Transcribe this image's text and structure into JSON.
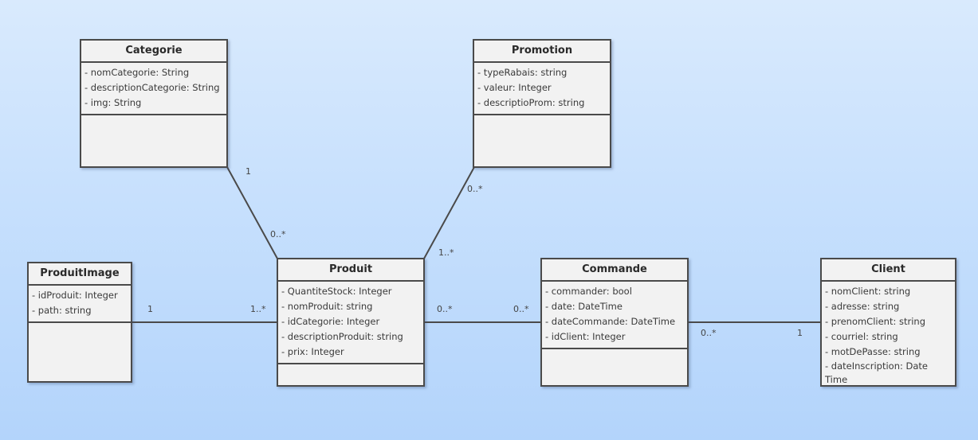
{
  "classes": {
    "categorie": {
      "name": "Categorie",
      "attributes": [
        "- nomCategorie: String",
        "- descriptionCategorie: String",
        "- img: String"
      ]
    },
    "promotion": {
      "name": "Promotion",
      "attributes": [
        "- typeRabais: string",
        "- valeur: Integer",
        "- descriptioProm: string"
      ]
    },
    "produit_image": {
      "name": "ProduitImage",
      "attributes": [
        "- idProduit: Integer",
        "- path: string"
      ]
    },
    "produit": {
      "name": "Produit",
      "attributes": [
        "- QuantiteStock: Integer",
        "- nomProduit: string",
        "- idCategorie: Integer",
        "- descriptionProduit: string",
        "- prix: Integer"
      ]
    },
    "commande": {
      "name": "Commande",
      "attributes": [
        "- commander: bool",
        "- date: DateTime",
        "- dateCommande: DateTime",
        "- idClient: Integer"
      ]
    },
    "client": {
      "name": "Client",
      "attributes": [
        "- nomClient: string",
        "- adresse: string",
        "- prenomClient: string",
        "- courriel: string",
        "- motDePasse: string",
        "- dateInscription: Date Time"
      ]
    }
  },
  "associations": {
    "categorie_produit": {
      "end_categorie": "1",
      "end_produit": "0..*"
    },
    "promotion_produit": {
      "end_promotion": "0..*",
      "end_produit": "1..*"
    },
    "image_produit": {
      "end_image": "1",
      "end_produit": "1..*"
    },
    "produit_commande": {
      "end_produit": "0..*",
      "end_commande": "0..*"
    },
    "commande_client": {
      "end_commande": "0..*",
      "end_client": "1"
    }
  },
  "colors": {
    "background_top": "#d9eafd",
    "background_bottom": "#b3d4fb",
    "box_fill": "#f2f2f2",
    "line": "#4a4a4a"
  }
}
